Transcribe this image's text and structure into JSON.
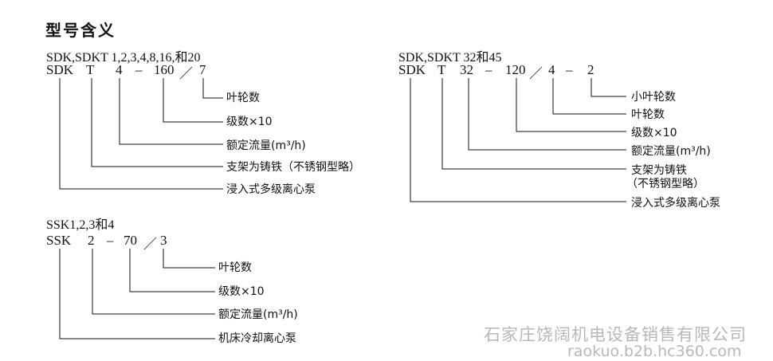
{
  "title": "型号含义",
  "diagrams": [
    {
      "id": "sdk-small",
      "header": "SDK,SDKT 1,2,3,4,8,16,和20",
      "code_parts": [
        "SDK",
        "T",
        "4",
        "–",
        "160",
        "／",
        "7"
      ],
      "descriptions": [
        "叶轮数",
        "级数×10",
        "额定流量(m³/h)",
        "支架为铸铁（不锈钢型略）",
        "浸入式多级离心泵"
      ]
    },
    {
      "id": "sdk-large",
      "header": "SDK,SDKT 32和45",
      "code_parts": [
        "SDK",
        "T",
        "32",
        "–",
        "120",
        "／",
        "4",
        "–",
        "2"
      ],
      "descriptions": [
        "小叶轮数",
        "叶轮数",
        "级数×10",
        "额定流量(m³/h)",
        "支架为铸铁",
        "（不锈钢型略）",
        "浸入式多级离心泵"
      ]
    },
    {
      "id": "ssk",
      "header": "SSK1,2,3和4",
      "code_parts": [
        "SSK",
        "2",
        "–",
        "70",
        "／",
        "3"
      ],
      "descriptions": [
        "叶轮数",
        "级数×10",
        "额定流量(m³/h)",
        "机床冷却离心泵"
      ]
    }
  ],
  "watermark": {
    "company": "石家庄饶阔机电设备销售有限公司",
    "website": "raokuo.b2b.hc360.com"
  }
}
